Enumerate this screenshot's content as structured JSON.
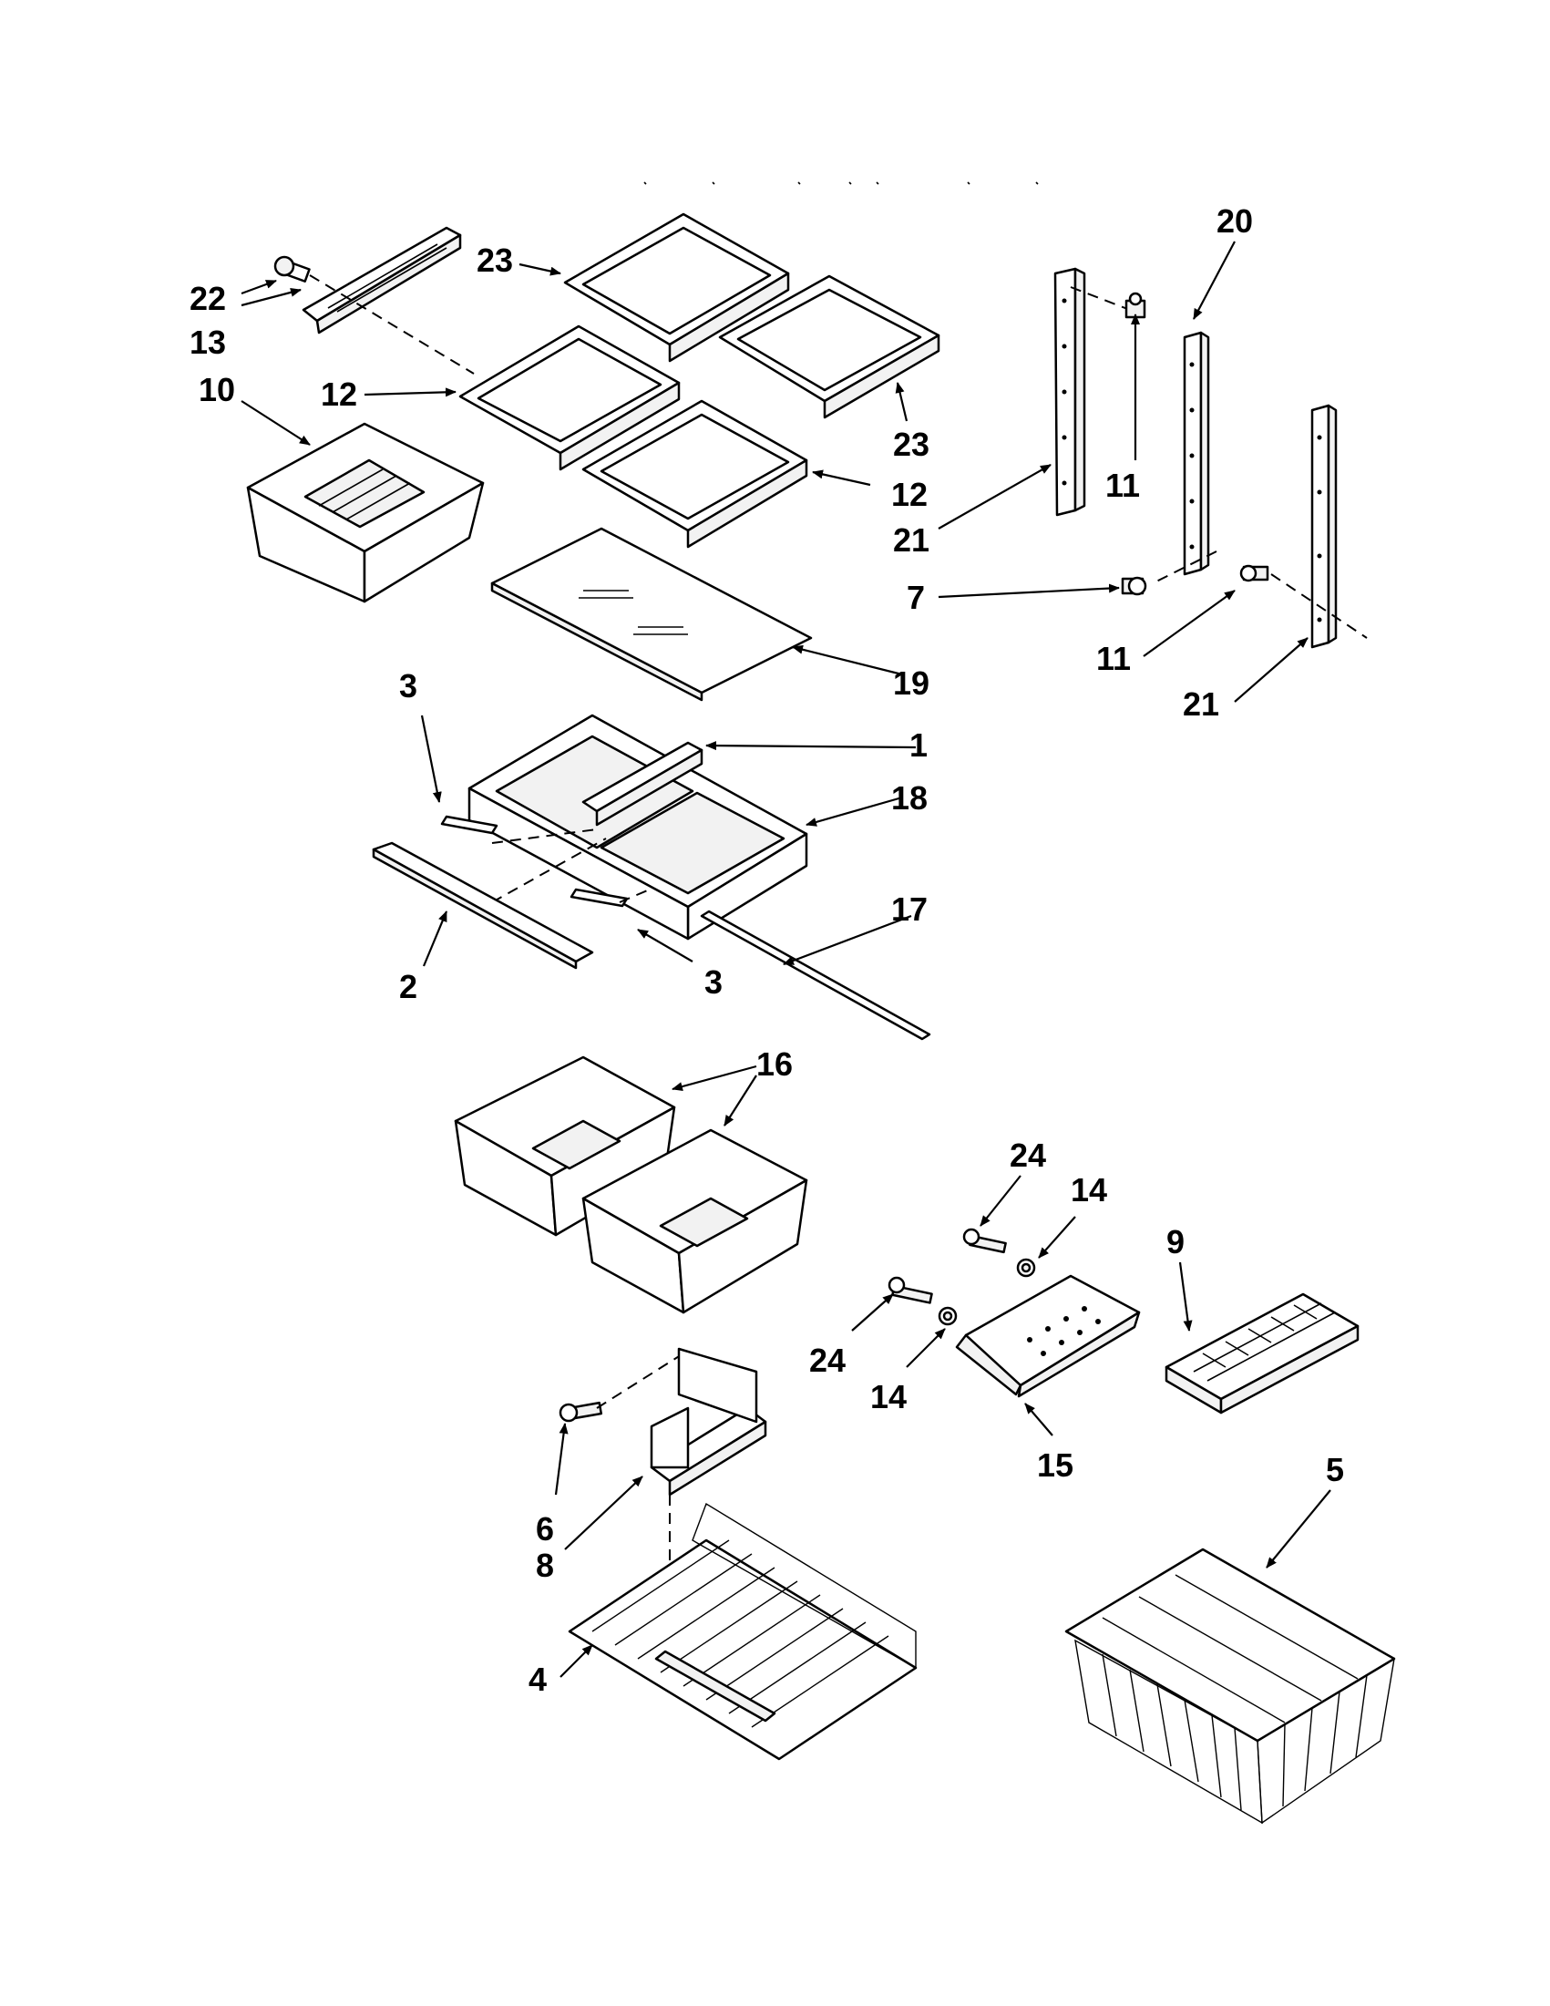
{
  "diagram": {
    "callouts": [
      {
        "id": "c22",
        "label": "22"
      },
      {
        "id": "c13",
        "label": "13"
      },
      {
        "id": "c10",
        "label": "10"
      },
      {
        "id": "c12a",
        "label": "12"
      },
      {
        "id": "c23a",
        "label": "23"
      },
      {
        "id": "c23b",
        "label": "23"
      },
      {
        "id": "c12b",
        "label": "12"
      },
      {
        "id": "c20",
        "label": "20"
      },
      {
        "id": "c11a",
        "label": "11"
      },
      {
        "id": "c21a",
        "label": "21"
      },
      {
        "id": "c7",
        "label": "7"
      },
      {
        "id": "c11b",
        "label": "11"
      },
      {
        "id": "c21b",
        "label": "21"
      },
      {
        "id": "c19",
        "label": "19"
      },
      {
        "id": "c3a",
        "label": "3"
      },
      {
        "id": "c1",
        "label": "1"
      },
      {
        "id": "c18",
        "label": "18"
      },
      {
        "id": "c17",
        "label": "17"
      },
      {
        "id": "c2",
        "label": "2"
      },
      {
        "id": "c3b",
        "label": "3"
      },
      {
        "id": "c16",
        "label": "16"
      },
      {
        "id": "c24a",
        "label": "24"
      },
      {
        "id": "c14a",
        "label": "14"
      },
      {
        "id": "c9",
        "label": "9"
      },
      {
        "id": "c24b",
        "label": "24"
      },
      {
        "id": "c14b",
        "label": "14"
      },
      {
        "id": "c15",
        "label": "15"
      },
      {
        "id": "c6",
        "label": "6"
      },
      {
        "id": "c8",
        "label": "8"
      },
      {
        "id": "c5",
        "label": "5"
      },
      {
        "id": "c4",
        "label": "4"
      }
    ]
  }
}
